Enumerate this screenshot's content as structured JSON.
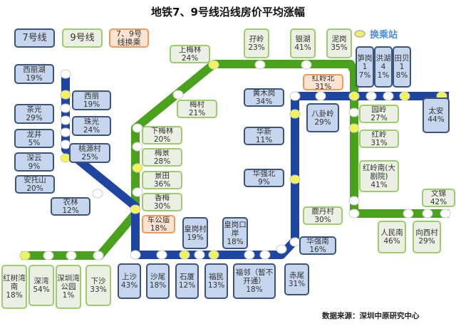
{
  "title": "地铁7、9号线沿线房价平均涨幅",
  "legend": {
    "line7": "7号线",
    "line9": "9号线",
    "transfer": "7、9号线换乘",
    "interchange": "换乘站"
  },
  "colors": {
    "line7": "#1f45a3",
    "line9": "#4aa21c",
    "interchange_dot": "#f2f25a",
    "station_dot": "#ffffff"
  },
  "source": "数据来源：深圳中原研究中心",
  "stations": [
    {
      "name": "西丽湖",
      "pct": "19%",
      "line": "7"
    },
    {
      "name": "西丽",
      "pct": "19%",
      "line": "7"
    },
    {
      "name": "茶光",
      "pct": "29%",
      "line": "7"
    },
    {
      "name": "珠光",
      "pct": "24%",
      "line": "7"
    },
    {
      "name": "龙井",
      "pct": "5%",
      "line": "7"
    },
    {
      "name": "桃源村",
      "pct": "25%",
      "line": "7"
    },
    {
      "name": "深云",
      "pct": "9%",
      "line": "7"
    },
    {
      "name": "安托山",
      "pct": "20%",
      "line": "7"
    },
    {
      "name": "农林",
      "pct": "12%",
      "line": "7"
    },
    {
      "name": "车公庙",
      "pct": "18%",
      "line": "transfer"
    },
    {
      "name": "皇岗村",
      "pct": "19%",
      "line": "7"
    },
    {
      "name": "皇岗口岸",
      "pct": "18%",
      "line": "7"
    },
    {
      "name": "上沙",
      "pct": "43%",
      "line": "7"
    },
    {
      "name": "沙尾",
      "pct": "18%",
      "line": "7"
    },
    {
      "name": "石厦",
      "pct": "12%",
      "line": "7"
    },
    {
      "name": "福民",
      "pct": "13%",
      "line": "7"
    },
    {
      "name": "福邻（暂不开通）",
      "pct": "18%",
      "line": "7"
    },
    {
      "name": "赤尾",
      "pct": "31%",
      "line": "7"
    },
    {
      "name": "华强南",
      "pct": "16%",
      "line": "7"
    },
    {
      "name": "华强北",
      "pct": "9%",
      "line": "7"
    },
    {
      "name": "华新",
      "pct": "11%",
      "line": "7"
    },
    {
      "name": "黄木岗",
      "pct": "34%",
      "line": "7"
    },
    {
      "name": "八卦岭",
      "pct": "29%",
      "line": "7"
    },
    {
      "name": "红岭北",
      "pct": "31%",
      "line": "transfer"
    },
    {
      "name": "笋岗",
      "pct": "17%",
      "line": "7"
    },
    {
      "name": "洪湖",
      "pct": "41%",
      "line": "7"
    },
    {
      "name": "田贝",
      "pct": "18%",
      "line": "7"
    },
    {
      "name": "太安",
      "pct": "44%",
      "line": "7"
    },
    {
      "name": "上梅林",
      "pct": "24%",
      "line": "9"
    },
    {
      "name": "梅村",
      "pct": "21%",
      "line": "9"
    },
    {
      "name": "下梅林",
      "pct": "20%",
      "line": "9"
    },
    {
      "name": "梅景",
      "pct": "28%",
      "line": "9"
    },
    {
      "name": "景田",
      "pct": "36%",
      "line": "9"
    },
    {
      "name": "香梅",
      "pct": "30%",
      "line": "9"
    },
    {
      "name": "孖岭",
      "pct": "23%",
      "line": "9"
    },
    {
      "name": "银湖",
      "pct": "41%",
      "line": "9"
    },
    {
      "name": "泥岗",
      "pct": "35%",
      "line": "9"
    },
    {
      "name": "园岭",
      "pct": "27%",
      "line": "9"
    },
    {
      "name": "红岭",
      "pct": "31%",
      "line": "9"
    },
    {
      "name": "红岭南(大剧院)",
      "pct": "41%",
      "line": "9"
    },
    {
      "name": "文锦",
      "pct": "42%",
      "line": "9"
    },
    {
      "name": "人民南",
      "pct": "46%",
      "line": "9"
    },
    {
      "name": "向西村",
      "pct": "29%",
      "line": "9"
    },
    {
      "name": "鹿丹村",
      "pct": "30%",
      "line": "9"
    },
    {
      "name": "红树湾南",
      "pct": "18%",
      "line": "9"
    },
    {
      "name": "深湾",
      "pct": "54%",
      "line": "9"
    },
    {
      "name": "深圳湾公园",
      "pct": "1%",
      "line": "9"
    },
    {
      "name": "下沙",
      "pct": "33%",
      "line": "9"
    }
  ]
}
